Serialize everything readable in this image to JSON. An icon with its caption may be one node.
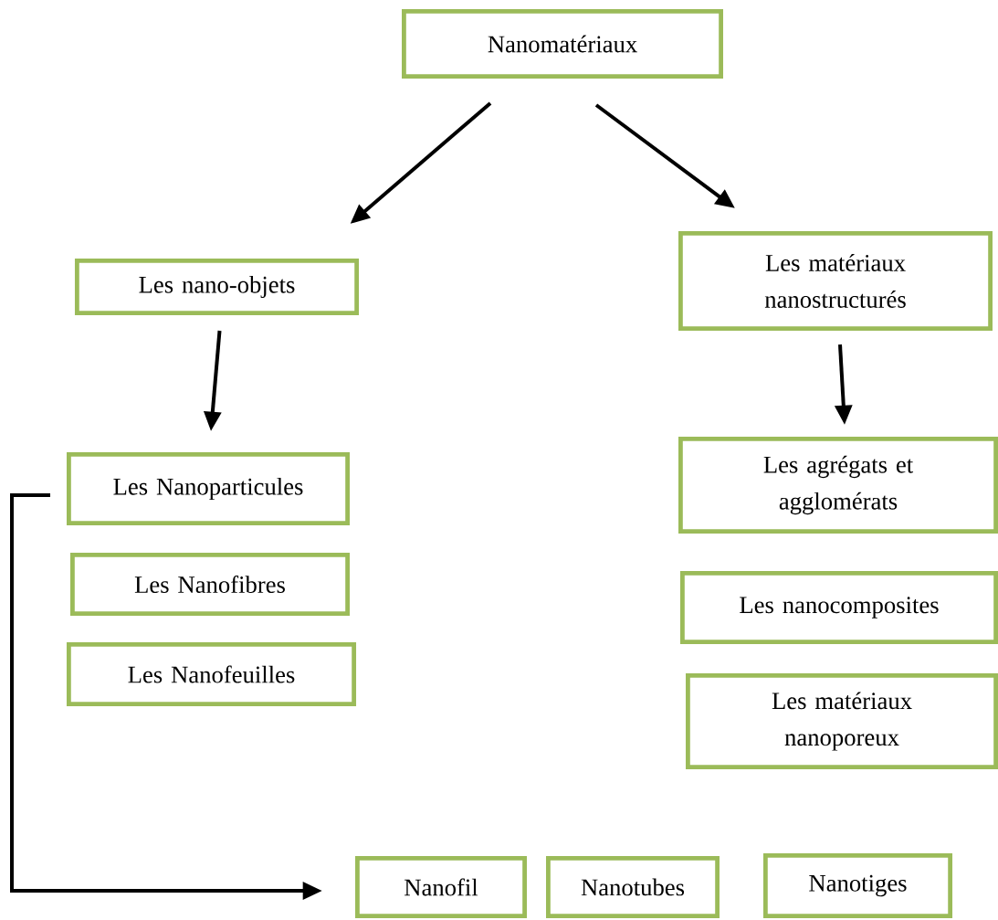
{
  "diagram": {
    "nodes": [
      {
        "text": [
          "Nanomatériaux"
        ]
      },
      {
        "text": [
          "Les nano-objets"
        ]
      },
      {
        "text": [
          "Les matériaux nanostructurés"
        ]
      },
      {
        "text": [
          "Les Nanoparticules"
        ]
      },
      {
        "text": [
          "Les Nanofibres"
        ]
      },
      {
        "text": [
          "Les Nanofeuilles"
        ]
      },
      {
        "text": [
          "Les agrégats et agglomérats"
        ]
      },
      {
        "text": [
          "Les nanocomposites"
        ]
      },
      {
        "text": [
          "Les matériaux nanoporeux"
        ]
      },
      {
        "text": [
          "Nanofil"
        ]
      },
      {
        "text": [
          "Nanotubes"
        ]
      },
      {
        "text": [
          "Nanotiges"
        ]
      }
    ],
    "edges": [
      {
        "from": 0,
        "to": 1,
        "arrow": "to"
      },
      {
        "from": 0,
        "to": 2,
        "arrow": "to"
      },
      {
        "from": 1,
        "to": 3,
        "arrow": "to"
      },
      {
        "from": 2,
        "to": 6,
        "arrow": "to"
      },
      {
        "from": 3,
        "to": 9,
        "arrow": "to"
      }
    ]
  }
}
